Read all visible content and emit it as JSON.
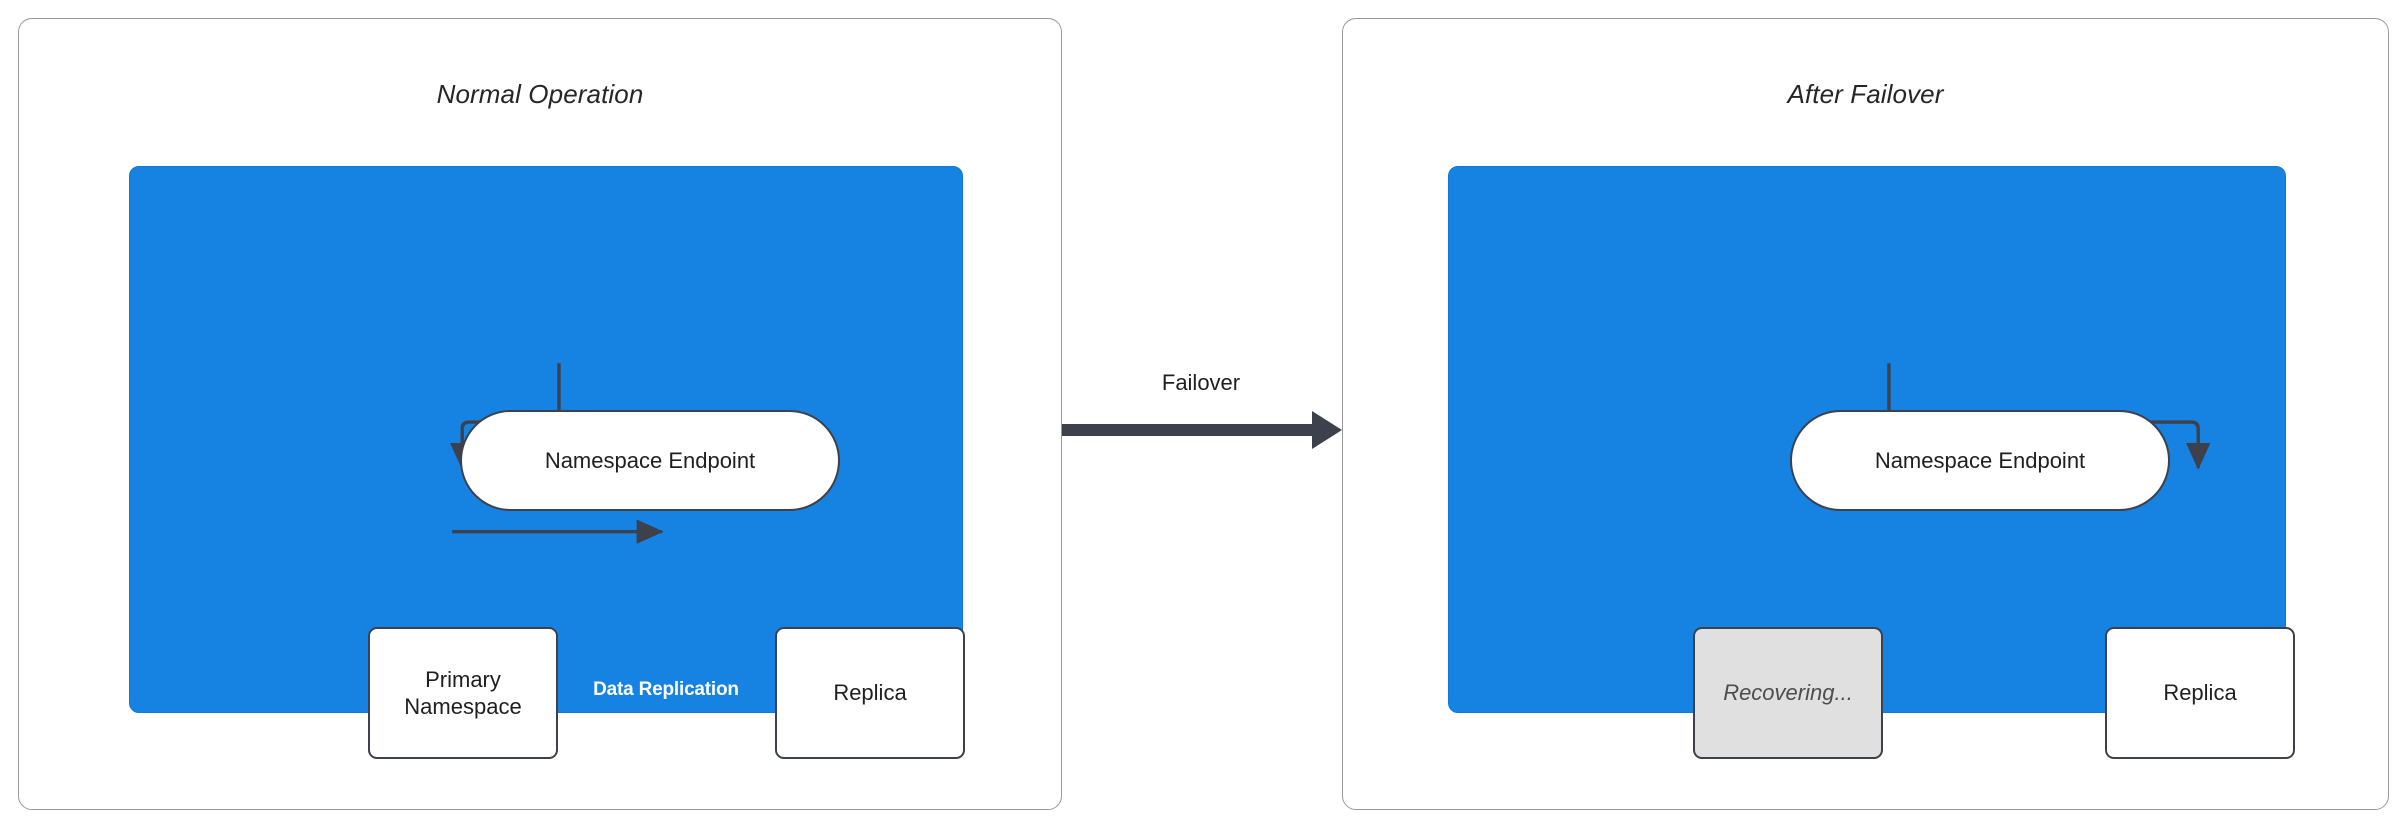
{
  "diagram": {
    "title_left": "Normal Operation",
    "title_right": "After Failover",
    "transition_label": "Failover",
    "accent_blue": "#1683e2",
    "node_border": "#3c414c",
    "recovering_fill": "#e0e0e0",
    "arrow_color": "#3c414c",
    "panels": [
      {
        "id": "normal-operation",
        "title": "Normal Operation",
        "nodes": [
          {
            "id": "endpoint",
            "label": "Namespace Endpoint",
            "shape": "pill",
            "state": "active"
          },
          {
            "id": "primary",
            "label": "Primary Namespace",
            "shape": "rect",
            "state": "active"
          },
          {
            "id": "replica",
            "label": "Replica",
            "shape": "rect",
            "state": "active"
          }
        ],
        "edges": [
          {
            "from": "endpoint",
            "to": "primary",
            "label": "",
            "style": "elbow"
          },
          {
            "from": "primary",
            "to": "replica",
            "label": "Data Replication",
            "style": "straight"
          }
        ]
      },
      {
        "id": "after-failover",
        "title": "After Failover",
        "nodes": [
          {
            "id": "endpoint",
            "label": "Namespace Endpoint",
            "shape": "pill",
            "state": "active"
          },
          {
            "id": "recovering",
            "label": "Recovering...",
            "shape": "rect",
            "state": "recovering"
          },
          {
            "id": "replica",
            "label": "Replica",
            "shape": "rect",
            "state": "active"
          }
        ],
        "edges": [
          {
            "from": "endpoint",
            "to": "replica",
            "label": "",
            "style": "elbow"
          }
        ]
      }
    ]
  },
  "left": {
    "title": "Normal Operation",
    "endpoint_label": "Namespace Endpoint",
    "primary_label": "Primary Namespace",
    "primary_label_line1": "Primary",
    "primary_label_line2": "Namespace",
    "replica_label": "Replica",
    "replication_label": "Data Replication"
  },
  "right": {
    "title": "After Failover",
    "endpoint_label": "Namespace Endpoint",
    "recovering_label": "Recovering...",
    "replica_label": "Replica"
  },
  "center": {
    "failover_label": "Failover"
  }
}
